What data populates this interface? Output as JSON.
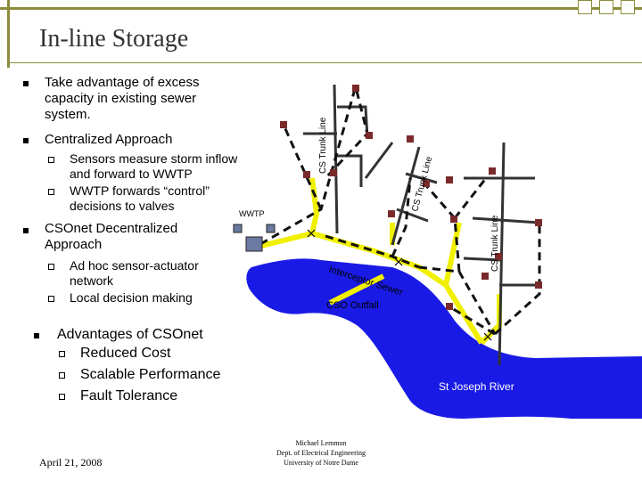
{
  "title": "In-line Storage",
  "bullets": [
    {
      "text": "Take advantage of excess capacity in existing sewer system."
    },
    {
      "text": "Centralized Approach"
    }
  ],
  "centralized_sub": [
    "Sensors measure storm inflow and forward to WWTP",
    "WWTP forwards “control” decisions to valves"
  ],
  "csonet_bullet": "CSOnet Decentralized Approach",
  "csonet_sub": [
    "Ad hoc sensor-actuator network",
    "Local decision making"
  ],
  "advantages": {
    "heading": "Advantages of CSOnet",
    "items": [
      "Reduced Cost",
      "Scalable Performance",
      "Fault Tolerance"
    ]
  },
  "diagram": {
    "labels": {
      "wwtp": "WWTP",
      "cs_trunk_1": "CS Trunk Line",
      "cs_trunk_2": "CS Trunk Line",
      "cs_trunk_3": "CS Trunk Line",
      "interceptor": "Interceptor Sewer",
      "cso_outfall": "CSO Outfall",
      "river": "St Joseph River"
    },
    "colors": {
      "river": "#1a1ae6",
      "pipe": "#f0f000",
      "node": "#7a2a2a",
      "frame": "#8c8c3c"
    }
  },
  "footer": {
    "date": "April 21, 2008",
    "credit_lines": [
      "Michael Lemmon",
      "Dept. of Electrical Engineering",
      "University of Notre Dame"
    ]
  }
}
